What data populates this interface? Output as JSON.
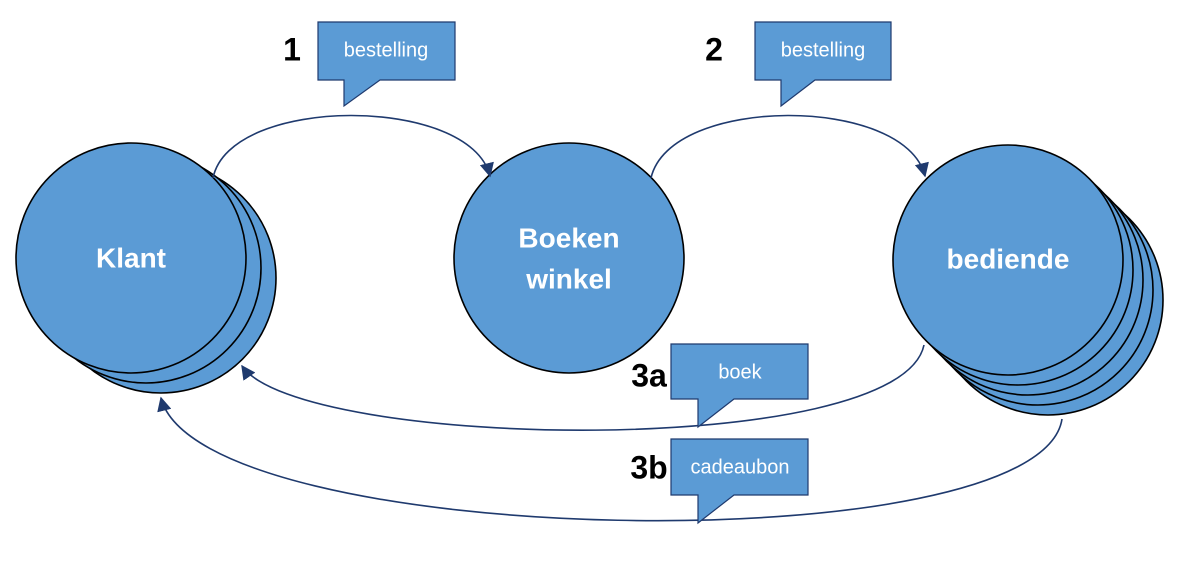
{
  "nodes": {
    "klant": {
      "label": "Klant"
    },
    "boekenwinkel": {
      "label_line1": "Boeken",
      "label_line2": "winkel"
    },
    "bediende": {
      "label": "bediende"
    }
  },
  "steps": [
    {
      "number": "1",
      "message": "bestelling"
    },
    {
      "number": "2",
      "message": "bestelling"
    },
    {
      "number": "3a",
      "message": "boek"
    },
    {
      "number": "3b",
      "message": "cadeaubon"
    }
  ],
  "colors": {
    "node_fill": "#5b9bd5",
    "arrow": "#1f3a6e",
    "outline": "#000000"
  }
}
